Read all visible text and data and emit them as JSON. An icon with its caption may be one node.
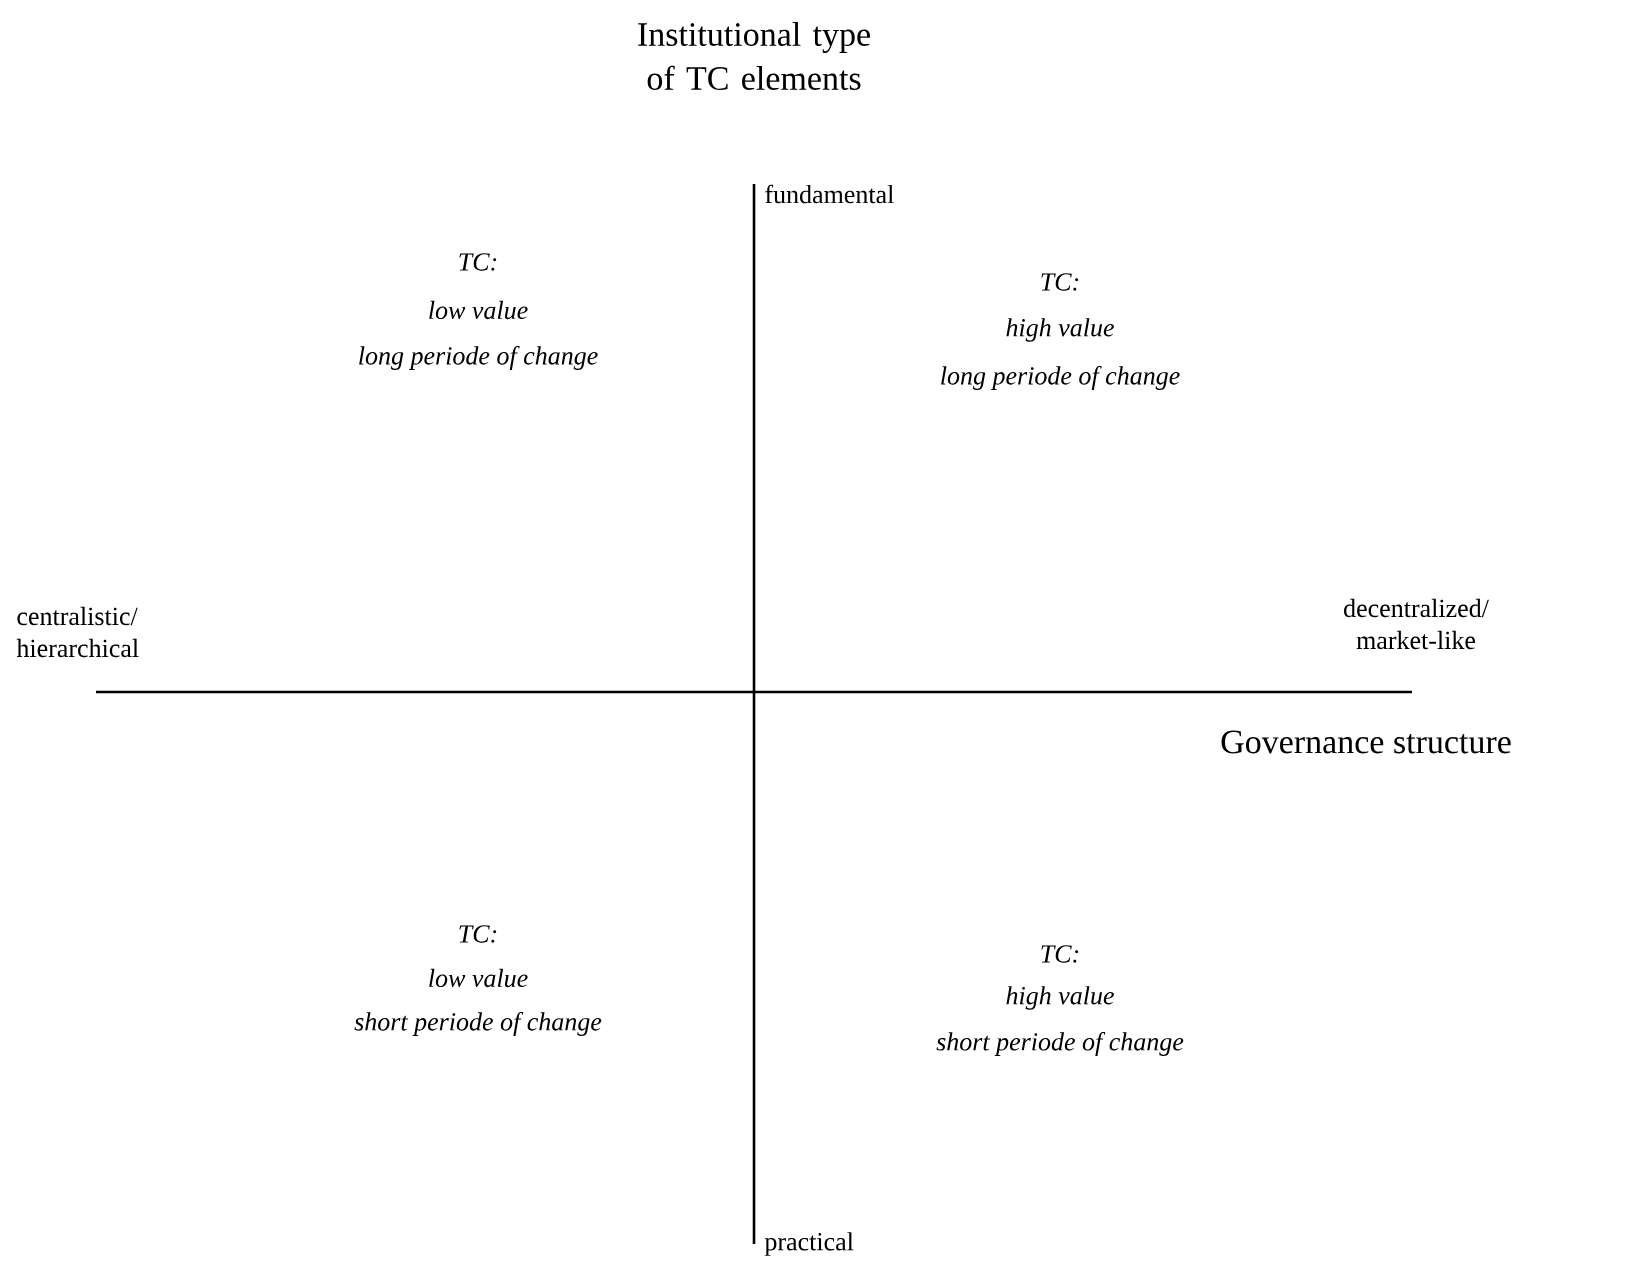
{
  "diagram": {
    "labels": [
      "Institutional type of TC elements",
      "fundamental",
      "TC:",
      "low value",
      "long periode of change",
      "TC:",
      "high value",
      "long periode of change",
      "centralistic/ hierarchical",
      "decentralized/ market-like",
      "Governance structure",
      "TC:",
      "low value",
      "short periode of change",
      "TC:",
      "high value",
      "short periode of change",
      "practical"
    ]
  }
}
